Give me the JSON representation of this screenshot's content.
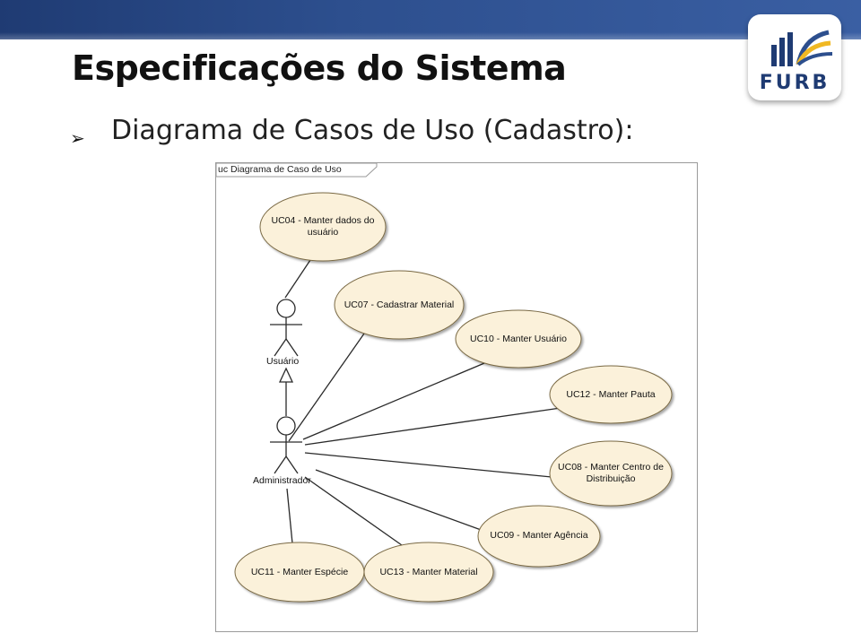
{
  "slide": {
    "title": "Especificações do Sistema",
    "bullet": "Diagrama de Casos de Uso (Cadastro):",
    "logo_text": "FURB"
  },
  "diagram": {
    "frame_label": "uc Diagrama de Caso de Uso",
    "actors": {
      "usuario": "Usuário",
      "administrador": "Administrador"
    },
    "use_cases": {
      "uc04": {
        "line1": "UC04 - Manter dados do",
        "line2": "usuário"
      },
      "uc07": "UC07 - Cadastrar Material",
      "uc10": "UC10 - Manter Usuário",
      "uc12": "UC12 - Manter Pauta",
      "uc08": {
        "line1": "UC08 - Manter Centro de",
        "line2": "Distribuição"
      },
      "uc09": "UC09 - Manter Agência",
      "uc11": "UC11 - Manter Espécie",
      "uc13": "UC13 - Manter Material"
    }
  },
  "colors": {
    "topbar": "#2d4f8e",
    "use_case_fill": "#fbf1da",
    "use_case_stroke": "#7a6a45"
  }
}
